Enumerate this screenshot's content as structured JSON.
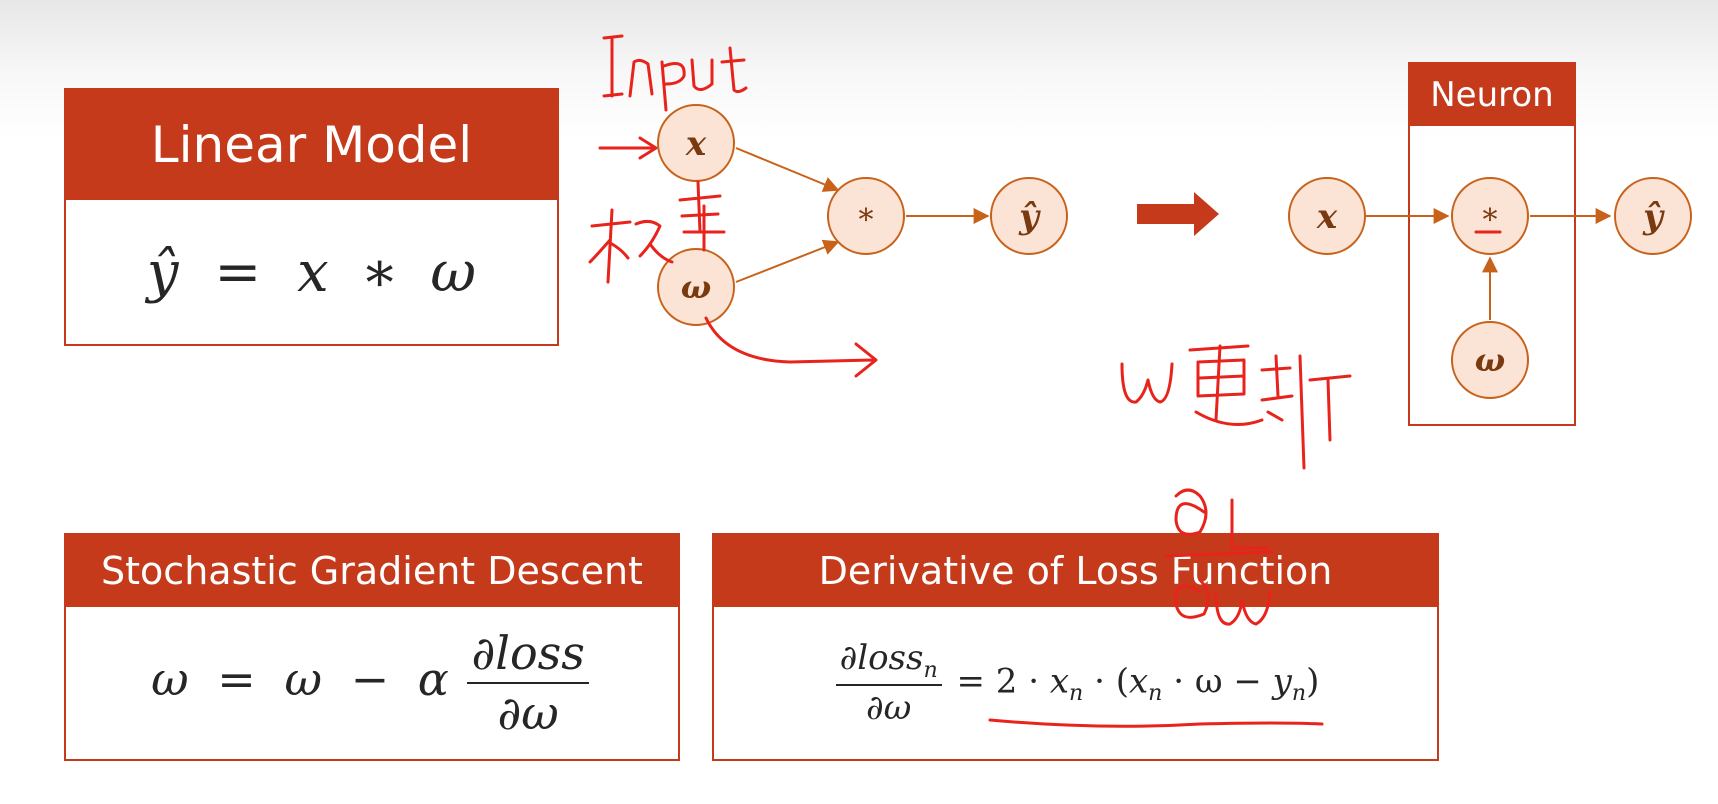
{
  "linear_model": {
    "title": "Linear Model",
    "formula": {
      "yhat": "ŷ",
      "eq": "=",
      "x": "x",
      "op": "∗",
      "w": "ω"
    }
  },
  "diagram_left": {
    "x_label": "x",
    "w_label": "ω",
    "mul_label": "*",
    "yhat_label": "ŷ"
  },
  "neuron_panel": {
    "title": "Neuron",
    "x_label": "x",
    "mul_label": "*",
    "w_label": "ω",
    "yhat_label": "ŷ"
  },
  "sgd": {
    "title": "Stochastic Gradient Descent",
    "lhs": "ω",
    "eq": "=",
    "w": "ω",
    "minus": "−",
    "alpha": "α",
    "num": "∂loss",
    "den": "∂ω"
  },
  "derivative": {
    "title": "Derivative of Loss Function",
    "num": "∂loss",
    "num_sub": "n",
    "den": "∂ω",
    "rhs_1": "= 2 · ",
    "x": "x",
    "sub_n": "n",
    "rhs_2": " · (",
    "rhs_3": " · ω − ",
    "y": "y",
    "rhs_4": ")"
  },
  "colors": {
    "accent": "#c43a1a",
    "node_fill": "#fbe4d6",
    "node_stroke": "#c8621a",
    "node_text": "#7a3a10",
    "arrow": "#c8621a",
    "ink": "#e8231c"
  }
}
